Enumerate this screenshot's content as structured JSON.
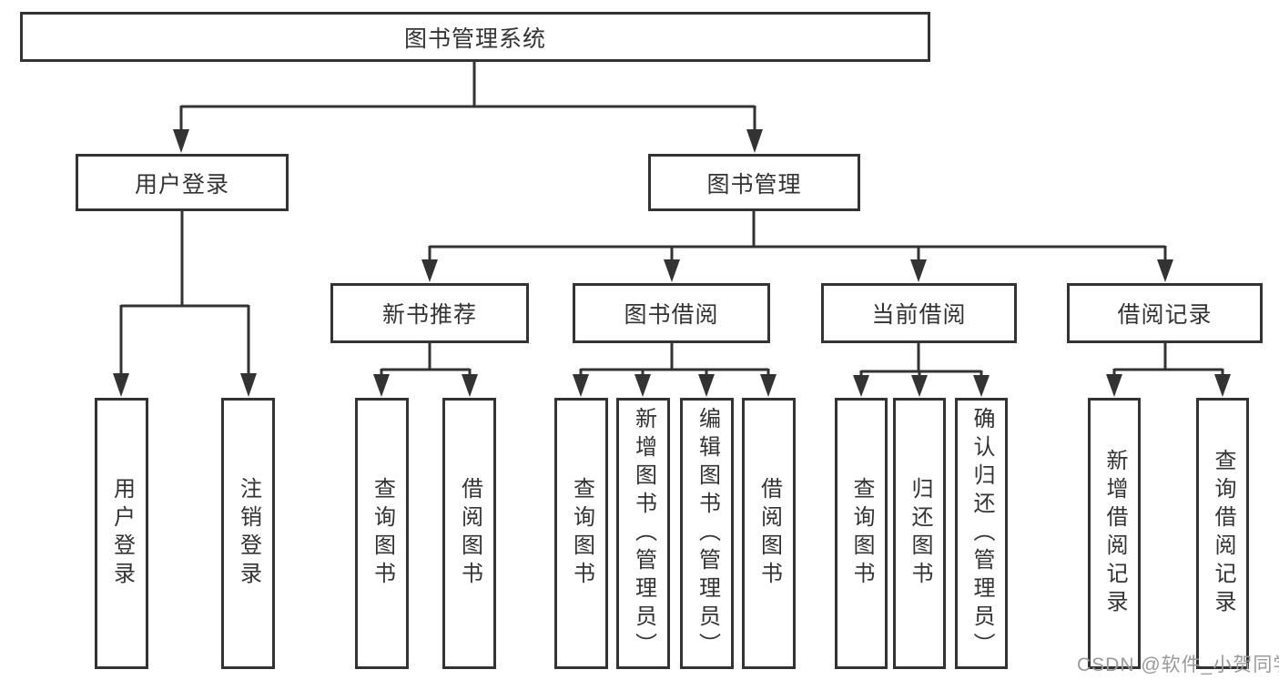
{
  "colors": {
    "line": "#333333",
    "border": "#333333",
    "text": "#333333",
    "box_fill": "#ffffff",
    "watermark": "#9a9a9a",
    "background": "#ffffff"
  },
  "tree": {
    "root": {
      "label": "图书管理系统"
    },
    "branches": [
      {
        "label": "用户登录",
        "children": [
          {
            "label": "用户登录"
          },
          {
            "label": "注销登录"
          }
        ]
      },
      {
        "label": "图书管理",
        "children": [
          {
            "label": "新书推荐",
            "children": [
              {
                "label": "查询图书"
              },
              {
                "label": "借阅图书"
              }
            ]
          },
          {
            "label": "图书借阅",
            "children": [
              {
                "label": "查询图书"
              },
              {
                "label": "新增图书（管理员）"
              },
              {
                "label": "编辑图书（管理员）"
              },
              {
                "label": "借阅图书"
              }
            ]
          },
          {
            "label": "当前借阅",
            "children": [
              {
                "label": "查询图书"
              },
              {
                "label": "归还图书"
              },
              {
                "label": "确认归还（管理员）"
              }
            ]
          },
          {
            "label": "借阅记录",
            "children": [
              {
                "label": "新增借阅记录"
              },
              {
                "label": "查询借阅记录"
              }
            ]
          }
        ]
      }
    ]
  },
  "watermark": {
    "text": "CSDN @软件_小贺同学"
  }
}
